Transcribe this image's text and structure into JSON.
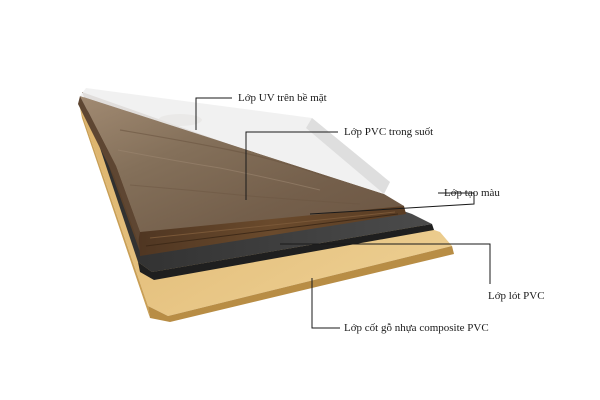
{
  "diagram": {
    "subject": "PVC composite floor plank layer cross-section",
    "layers": [
      {
        "id": "uv",
        "label": "Lớp UV trên bề mặt"
      },
      {
        "id": "pvc-clear",
        "label": "Lớp PVC trong suốt"
      },
      {
        "id": "color",
        "label": "Lớp tạo màu"
      },
      {
        "id": "pvc-liner",
        "label": "Lớp lót PVC"
      },
      {
        "id": "core",
        "label": "Lớp cốt gỗ nhựa composite PVC"
      }
    ]
  },
  "colors": {
    "background": "#ffffff",
    "uv_layer": "#e9e9e9",
    "wood_grain_light": "#8a7660",
    "wood_grain_dark": "#5d4532",
    "wood_edge": "#4a3320",
    "pvc_liner": "#404040",
    "pvc_liner_edge": "#1f1f1f",
    "core_top": "#e8c784",
    "core_edge": "#c9a35b",
    "leader_line": "#1a1a1a"
  }
}
